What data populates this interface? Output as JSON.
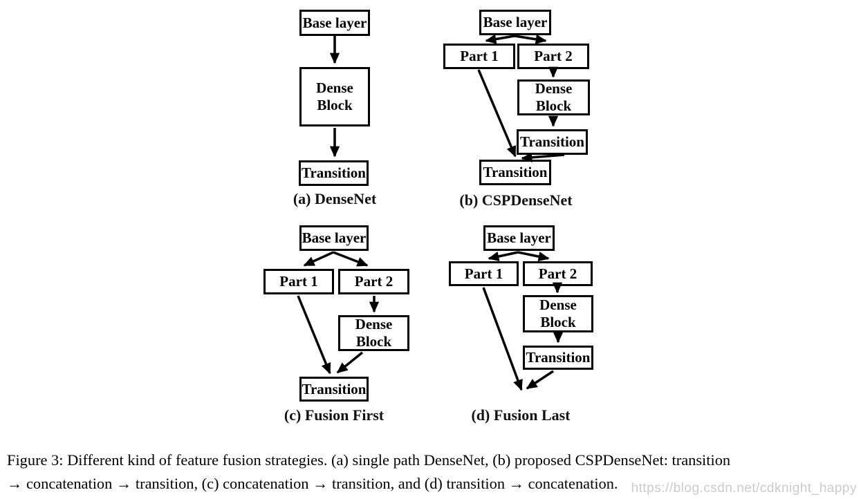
{
  "diagrams": {
    "a": {
      "label": "(a) DenseNet",
      "nodes": {
        "base": "Base layer",
        "dense": "Dense Block",
        "transition": "Transition"
      }
    },
    "b": {
      "label": "(b) CSPDenseNet",
      "nodes": {
        "base": "Base layer",
        "part1": "Part 1",
        "part2": "Part 2",
        "dense": "Dense Block",
        "transition1": "Transition",
        "transition2": "Transition"
      }
    },
    "c": {
      "label": "(c) Fusion First",
      "nodes": {
        "base": "Base layer",
        "part1": "Part 1",
        "part2": "Part 2",
        "dense": "Dense Block",
        "transition": "Transition"
      }
    },
    "d": {
      "label": "(d) Fusion Last",
      "nodes": {
        "base": "Base layer",
        "part1": "Part 1",
        "part2": "Part 2",
        "dense": "Dense Block",
        "transition": "Transition"
      }
    }
  },
  "caption": {
    "line1": "Figure 3: Different kind of feature fusion strategies. (a) single path DenseNet, (b) proposed CSPDenseNet: transition",
    "line2": "→ concatenation → transition, (c) concatenation → transition, and (d) transition → concatenation."
  },
  "watermark": "https://blog.csdn.net/cdknight_happy",
  "colors": {
    "box_border": "#000000",
    "text": "#000000",
    "watermark": "#cbcbcb"
  }
}
